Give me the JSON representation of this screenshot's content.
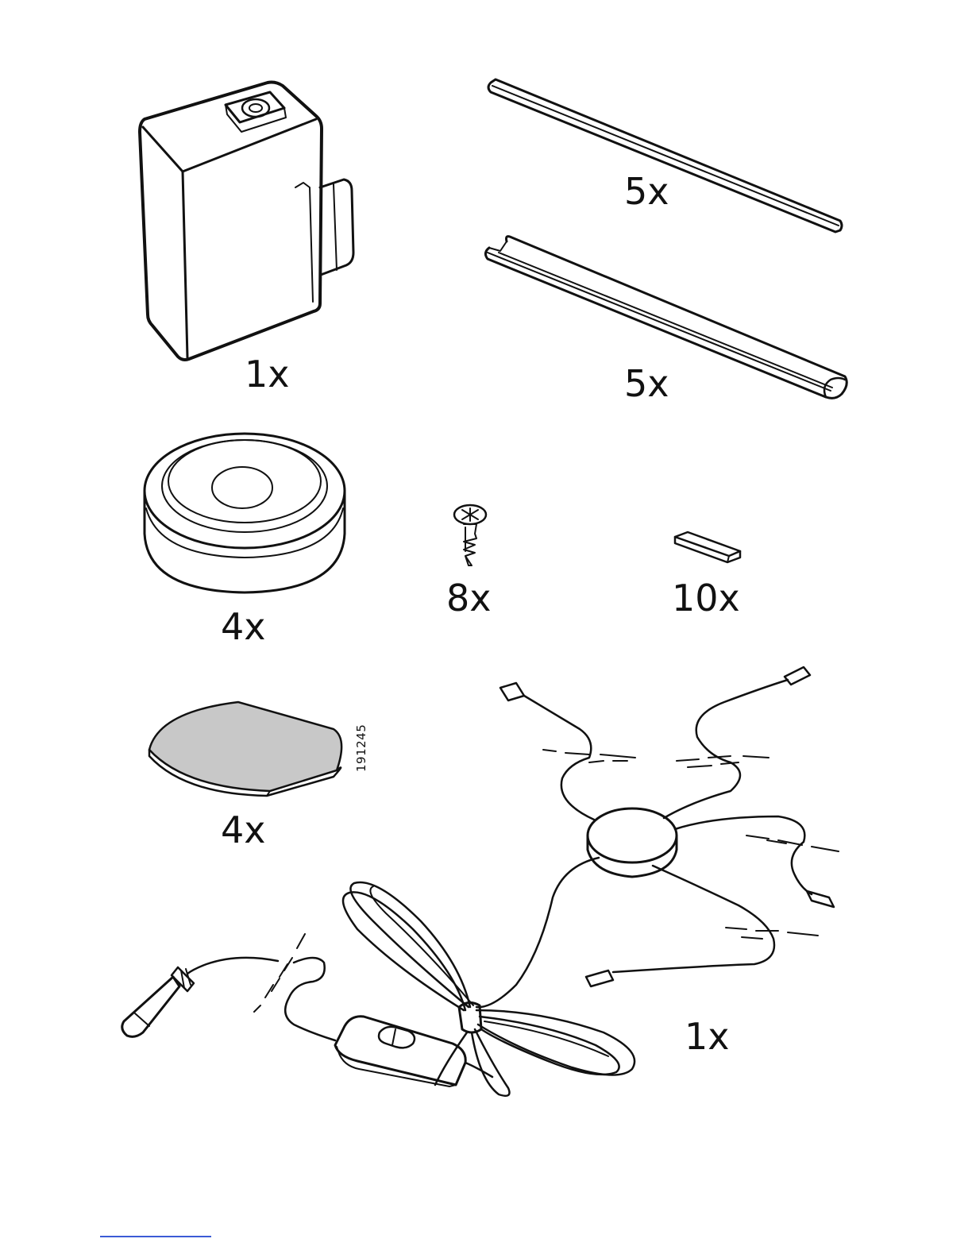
{
  "parts": [
    {
      "id": "power-adapter",
      "qty": "1x"
    },
    {
      "id": "cover-strip",
      "qty": "5x"
    },
    {
      "id": "cable-channel",
      "qty": "5x"
    },
    {
      "id": "puck-light",
      "qty": "4x"
    },
    {
      "id": "screw",
      "qty": "8x"
    },
    {
      "id": "adhesive-pad",
      "qty": "10x"
    },
    {
      "id": "adhesive-plate",
      "qty": "4x"
    },
    {
      "id": "cable-distributor",
      "qty": "1x"
    }
  ],
  "article_number": "191245",
  "colors": {
    "line": "#111111",
    "fill_grey": "#c8c8c8",
    "footer_link": "#3b5bd6"
  }
}
